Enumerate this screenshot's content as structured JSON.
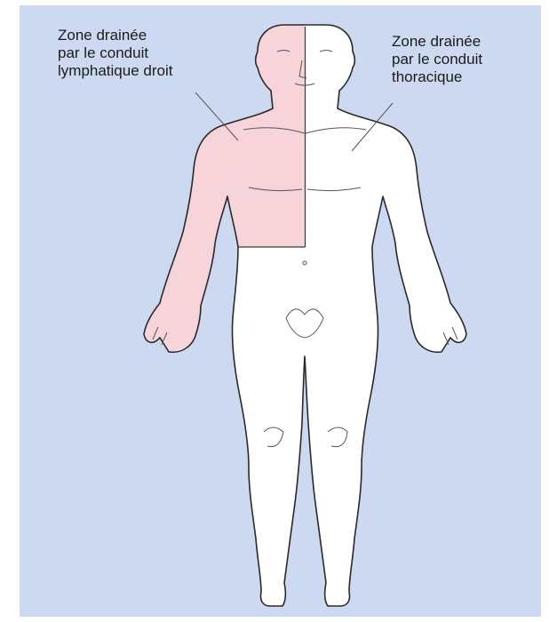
{
  "labels": {
    "left": {
      "lines": [
        "Zone drainée",
        "par le conduit",
        "lymphatique droit"
      ]
    },
    "right": {
      "lines": [
        "Zone drainée",
        "par le conduit",
        "thoracique"
      ]
    }
  },
  "colors": {
    "background": "#cdd9f1",
    "right_lymphatic_zone": "#f7d3da",
    "thoracic_zone": "#ffffff",
    "outline": "#2a2a2a"
  },
  "icons": {
    "figure": "human-body-anterior-view-icon"
  }
}
